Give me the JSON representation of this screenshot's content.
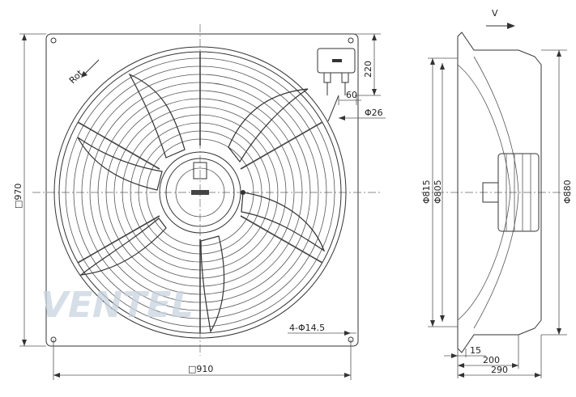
{
  "front_view": {
    "width_label": "□910",
    "height_label": "□970",
    "hole_label": "4-Φ14.5",
    "box_height_label": "220",
    "box_offset_label": "60",
    "cable_label": "Φ26",
    "rotation_label": "Rot."
  },
  "side_view": {
    "airflow_label": "V",
    "d815_label": "Φ815",
    "d805_label": "Φ805",
    "d880_label": "Φ880",
    "depth15_label": "15",
    "depth200_label": "200",
    "depth290_label": "290"
  },
  "watermark": {
    "text": "VENTEL"
  },
  "colors": {
    "line": "#333333",
    "watermark": "#c9d3e0"
  }
}
